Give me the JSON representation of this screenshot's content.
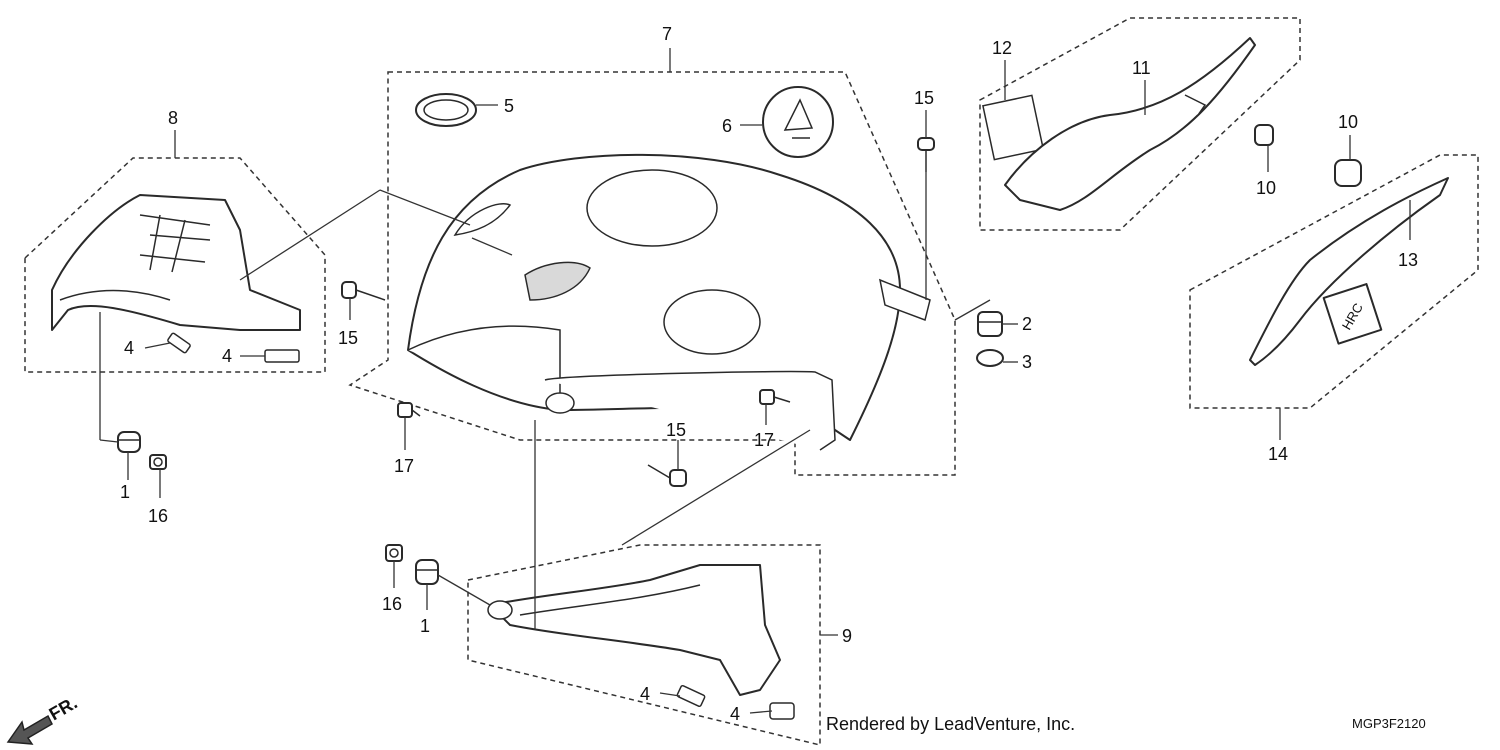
{
  "callouts": {
    "c1a": "1",
    "c1b": "1",
    "c2": "2",
    "c3": "3",
    "c4a": "4",
    "c4b": "4",
    "c4c": "4",
    "c4d": "4",
    "c5": "5",
    "c6": "6",
    "c7": "7",
    "c8": "8",
    "c9": "9",
    "c10a": "10",
    "c10b": "10",
    "c11": "11",
    "c12": "12",
    "c13": "13",
    "c14": "14",
    "c15a": "15",
    "c15b": "15",
    "c15c": "15",
    "c16a": "16",
    "c16b": "16",
    "c17a": "17",
    "c17b": "17"
  },
  "footer": {
    "credit": "Rendered by LeadVenture, Inc.",
    "diagram_code": "MGP3F2120",
    "front_marker": "FR."
  },
  "emblem_text": "HRC",
  "colors": {
    "line": "#2a2a2a",
    "background": "#ffffff",
    "shade": "#d9d9d9"
  }
}
